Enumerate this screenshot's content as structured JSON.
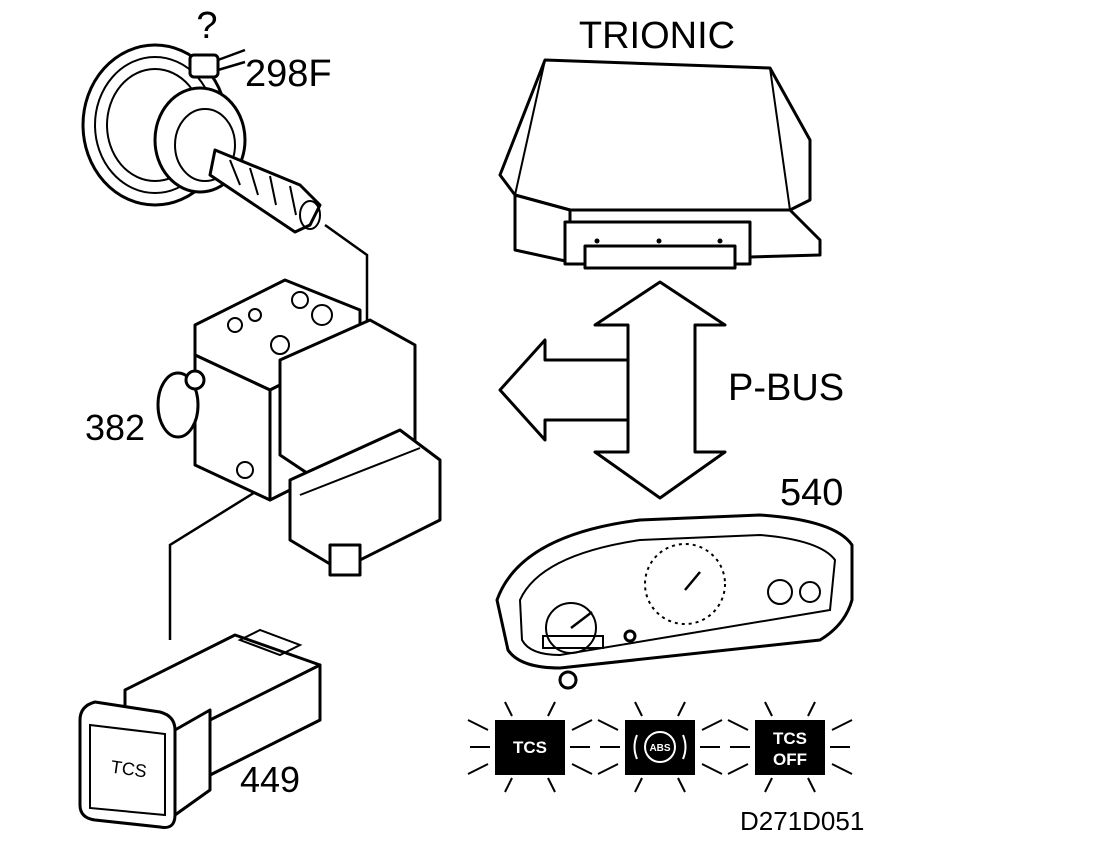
{
  "labels": {
    "question": "?",
    "sensor": "298F",
    "module": "382",
    "switch": "449",
    "ecu": "TRIONIC",
    "bus": "P-BUS",
    "cluster": "540",
    "figure_code": "D271D051"
  },
  "switch_text": "TCS",
  "indicators": [
    {
      "line1": "TCS",
      "line2": ""
    },
    {
      "line1": "ABS",
      "line2": ""
    },
    {
      "line1": "TCS",
      "line2": "OFF"
    }
  ]
}
